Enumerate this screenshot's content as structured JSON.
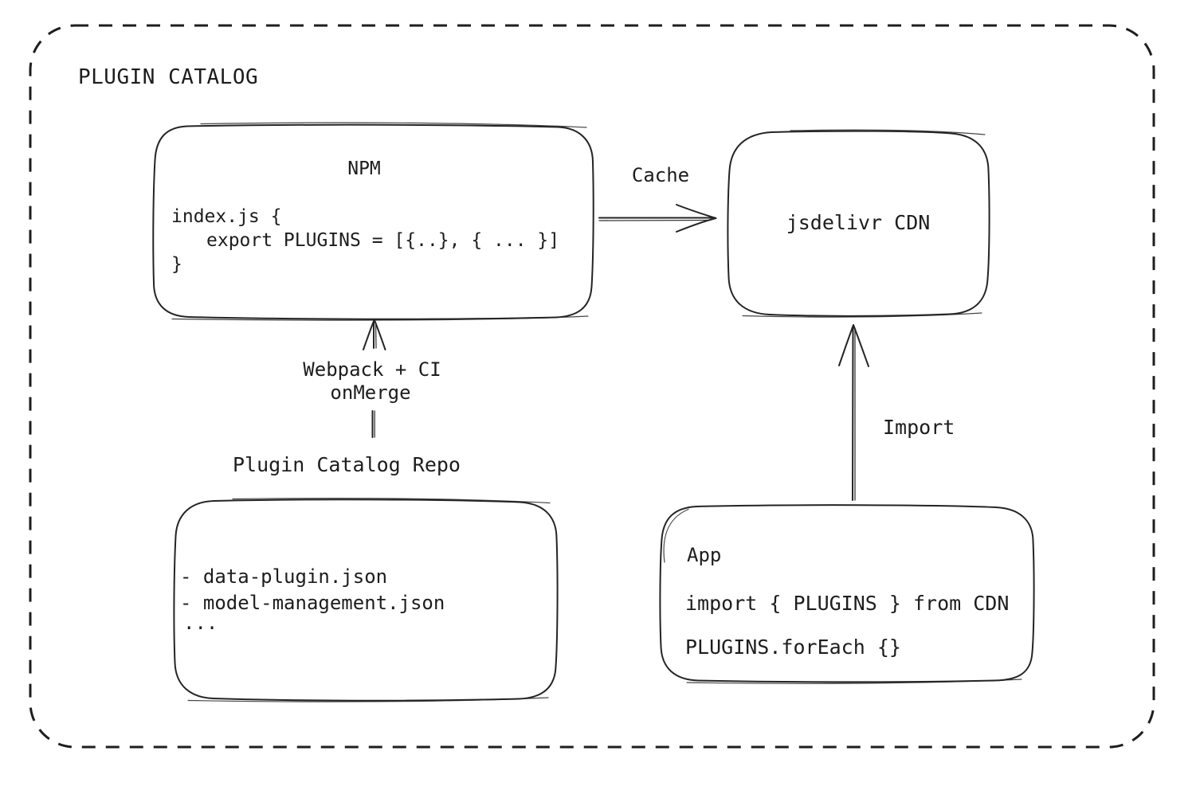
{
  "diagram": {
    "title": "PLUGIN CATALOG",
    "nodes": {
      "npm": {
        "title": "NPM",
        "code": [
          "index.js {",
          "export PLUGINS = [{..}, { ... }]",
          "}"
        ]
      },
      "jsdelivr": {
        "label": "jsdelivr CDN"
      },
      "repo": {
        "label": "Plugin Catalog Repo",
        "files": [
          "- data-plugin.json",
          "- model-management.json",
          "..."
        ]
      },
      "app": {
        "title": "App",
        "code": [
          "import { PLUGINS } from CDN",
          "PLUGINS.forEach {}"
        ]
      }
    },
    "edges": {
      "cache": {
        "label": "Cache"
      },
      "build": {
        "labels": [
          "Webpack + CI",
          "onMerge"
        ]
      },
      "import": {
        "label": "Import"
      }
    },
    "colors": {
      "stroke": "#242424",
      "text": "#1d1d1d",
      "background": "#ffffff"
    }
  }
}
